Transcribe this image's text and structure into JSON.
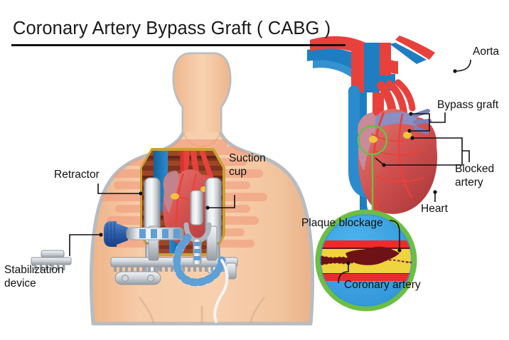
{
  "title": "Coronary Artery Bypass Graft ( CABG )",
  "labels": {
    "retractor": "Retractor",
    "suction_cup": "Suction\ncup",
    "stabilization_device": "Stabilization\ndevice",
    "aorta": "Aorta",
    "bypass_graft": "Bypass graft",
    "blocked_artery": "Blocked\nartery",
    "heart": "Heart",
    "plaque_blockage": "Plaque blockage",
    "coronary_artery": "Coronary artery"
  },
  "colors": {
    "skin": "#f4c9a5",
    "skin_shadow": "#edb68e",
    "skin_outline": "#b7bcc0",
    "chest_blush": "#f3a083",
    "muscle_dark": "#6e2b1d",
    "muscle_mid": "#8d3a22",
    "heart_red": "#d9504c",
    "heart_red_dark": "#b93b3c",
    "heart_pink": "#c98a99",
    "artery_red": "#e8413c",
    "vein_blue": "#1f7ec2",
    "vein_blue_dark": "#1462a0",
    "graft_purple": "#8a8fc4",
    "plaque_yellow": "#f5c33b",
    "metal_light": "#e9ebee",
    "metal_mid": "#b9bec4",
    "metal_dark": "#8e959c",
    "device_blue": "#2a5ca8",
    "stripe_blue": "#5e9fd6",
    "zoom_ring_green": "#6cbe45",
    "zoom_fill_blue": "#3aa0e0",
    "lumen_maroon": "#6e1218",
    "vessel_wall_red": "#ec2b2b",
    "leader_line": "#111111",
    "title_text": "#1a1a1a"
  },
  "figure_parts": {
    "torso": "patient-torso",
    "incision": "open-chest-surgical-field",
    "retractor_left_blade": "retractor-blade-left",
    "retractor_right_blade": "retractor-blade-right",
    "retractor_rack": "retractor-rack-base",
    "stabilizer_handle": "stabilizer-blue-handle",
    "suction_tube": "suction-tube",
    "heart_anatomy": "heart-with-vessels",
    "zoom_circle": "artery-cross-section-zoom"
  }
}
